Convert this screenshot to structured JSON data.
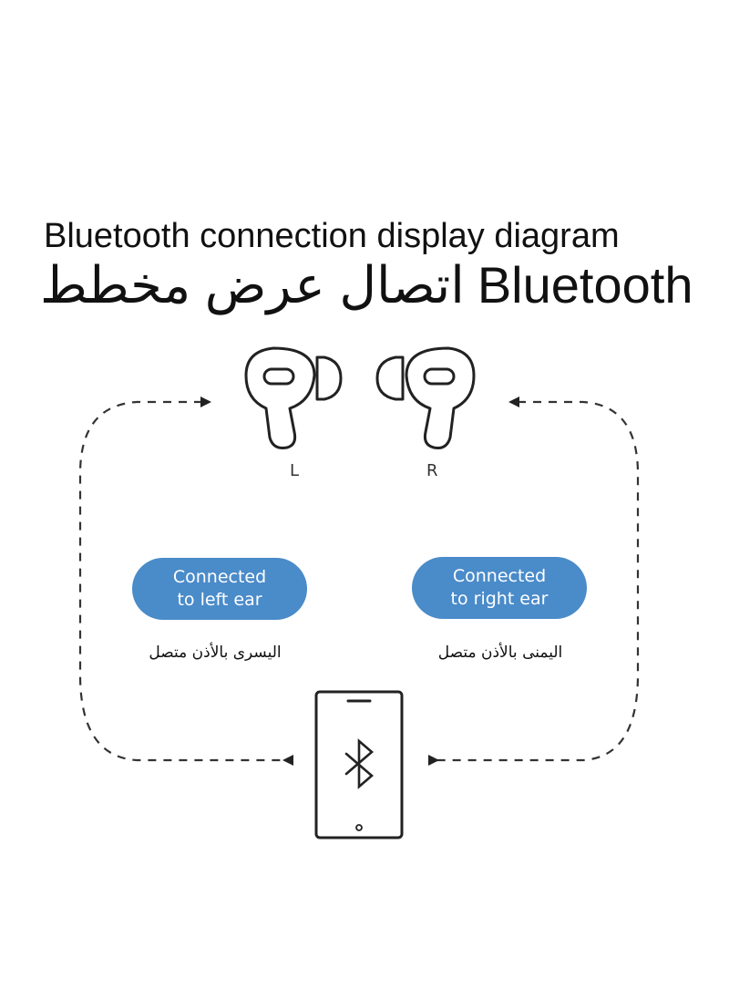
{
  "title": {
    "english": "Bluetooth connection display diagram",
    "arabic": "اتصال عرض مخطط",
    "arabic_suffix": "Bluetooth"
  },
  "earbuds": {
    "left_label": "L",
    "right_label": "R"
  },
  "left_status": {
    "line1": "Connected",
    "line2": "to left ear",
    "arabic": "اليسرى بالأذن متصل"
  },
  "right_status": {
    "line1": "Connected",
    "line2": "to right ear",
    "arabic": "اليمنى بالأذن متصل"
  },
  "colors": {
    "pill": "#4a8bc9",
    "stroke": "#222222",
    "dash": "#333333"
  },
  "icons": [
    "left-earbud-icon",
    "right-earbud-icon",
    "phone-icon",
    "bluetooth-icon"
  ]
}
